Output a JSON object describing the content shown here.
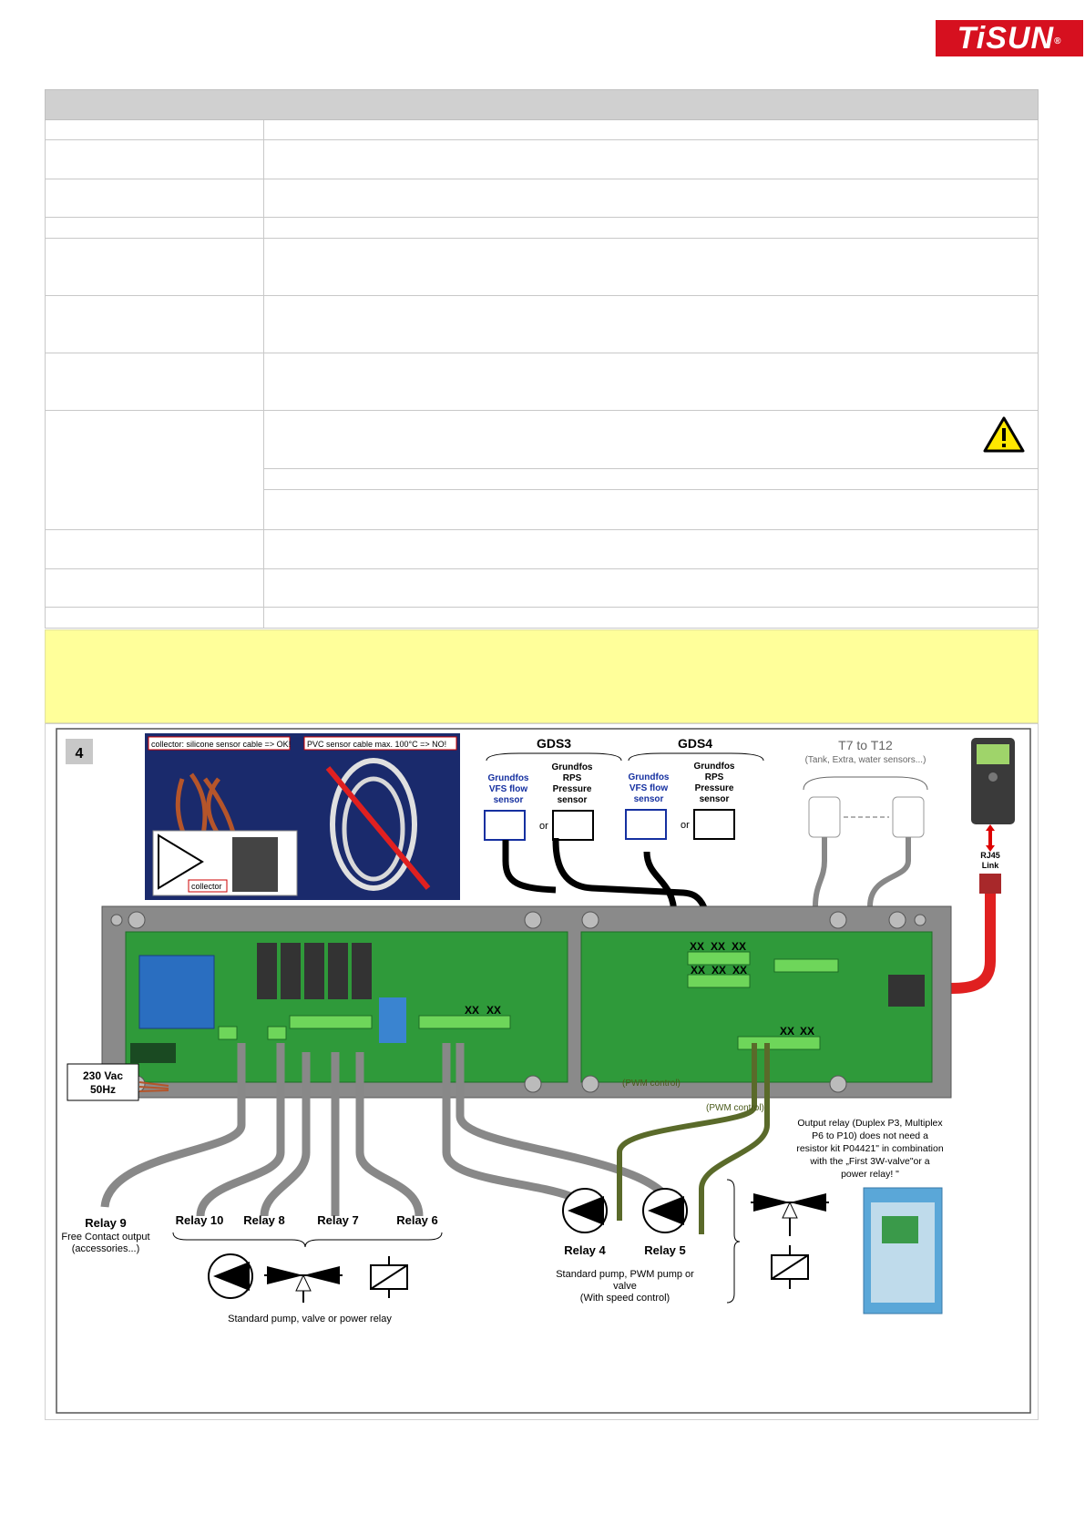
{
  "brand": {
    "name": "TiSUN",
    "reg": "®"
  },
  "warning": {
    "icon": "warning-icon"
  },
  "diagram": {
    "step": "4",
    "photo": {
      "ok_caption": "collector: silicone sensor cable => OK!",
      "no_caption": "PVC sensor cable max. 100°C => NO!",
      "inset_label": "collector"
    },
    "gds3": {
      "title": "GDS3",
      "vfs": "Grundfos VFS flow sensor",
      "rps": "Grundfos RPS Pressure sensor",
      "or": "or"
    },
    "gds4": {
      "title": "GDS4",
      "vfs": "Grundfos VFS flow sensor",
      "rps": "Grundfos RPS Pressure sensor",
      "or": "or"
    },
    "t7": {
      "title": "T7 to T12",
      "subtitle": "(Tank, Extra, water sensors...)"
    },
    "rj45": {
      "line1": "RJ45",
      "line2": "Link"
    },
    "mains": {
      "line1": "230 Vac",
      "line2": "50Hz"
    },
    "pwm1": "(PWM control)",
    "pwm2": "(PWM control)",
    "output_note": [
      "Output relay (Duplex P3, Multiplex",
      "P6 to P10) does not need a",
      "resistor kit P04421\" in combination",
      "with the „First 3W-valve\"or a",
      "power relay! \""
    ],
    "relays": {
      "r9": {
        "label": "Relay 9",
        "desc1": "Free Contact output",
        "desc2": "(accessories...)"
      },
      "r10": "Relay 10",
      "r8": "Relay 8",
      "r7": "Relay 7",
      "r6": "Relay 6",
      "r4": "Relay 4",
      "r5": "Relay 5"
    },
    "group_left": "Standard pump, valve or power relay",
    "group_mid": [
      "Standard pump, PWM pump or",
      "valve",
      "(With speed control)"
    ],
    "xx": "XX"
  }
}
